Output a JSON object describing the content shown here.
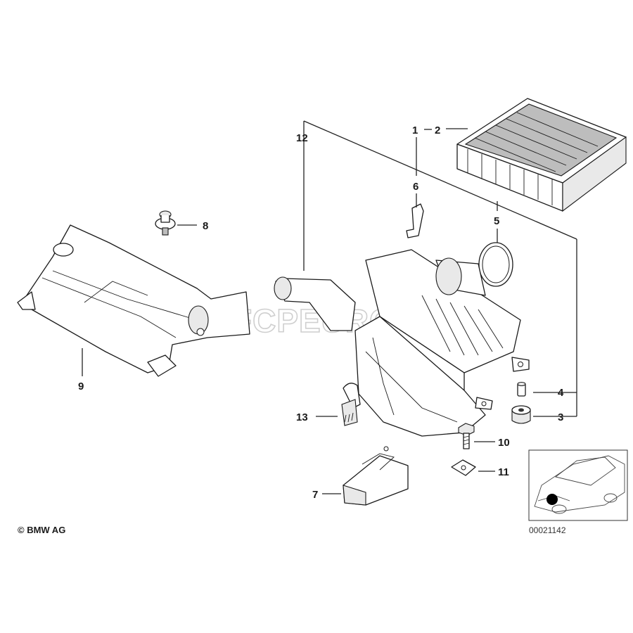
{
  "copyright": "© BMW AG",
  "reference_number": "00021142",
  "watermark": "FCPEURO",
  "callouts": [
    {
      "id": "1",
      "label": "1"
    },
    {
      "id": "2",
      "label": "2"
    },
    {
      "id": "3",
      "label": "3"
    },
    {
      "id": "4",
      "label": "4"
    },
    {
      "id": "5",
      "label": "5"
    },
    {
      "id": "6",
      "label": "6"
    },
    {
      "id": "7",
      "label": "7"
    },
    {
      "id": "8",
      "label": "8"
    },
    {
      "id": "9",
      "label": "9"
    },
    {
      "id": "10",
      "label": "10"
    },
    {
      "id": "11",
      "label": "11"
    },
    {
      "id": "12",
      "label": "12"
    },
    {
      "id": "13",
      "label": "13"
    }
  ],
  "colors": {
    "line": "#1a1a1a",
    "background": "#ffffff",
    "watermark": "#cfcfcf"
  }
}
